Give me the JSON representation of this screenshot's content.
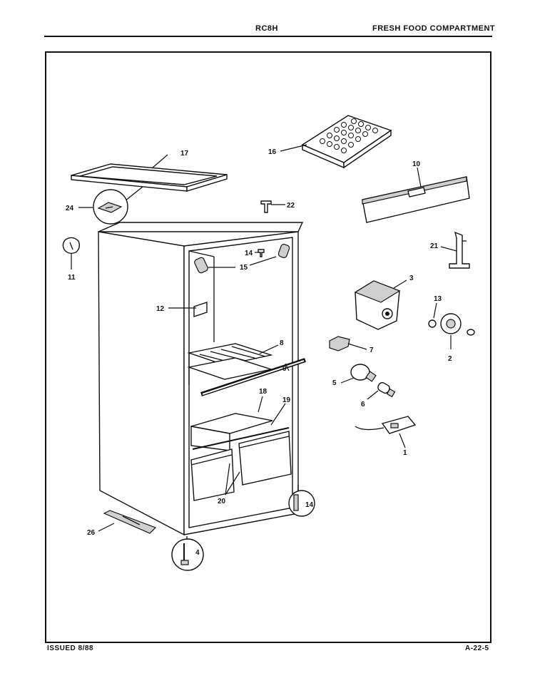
{
  "header": {
    "model": "RC8H",
    "section": "FRESH FOOD COMPARTMENT"
  },
  "footer": {
    "issued": "ISSUED 8/88",
    "page_ref": "A-22-5"
  },
  "callouts": [
    "1",
    "2",
    "3",
    "4",
    "5",
    "6",
    "7",
    "8",
    "9",
    "10",
    "11",
    "12",
    "13",
    "14",
    "15",
    "16",
    "17",
    "18",
    "19",
    "20",
    "21",
    "22",
    "24",
    "26"
  ]
}
